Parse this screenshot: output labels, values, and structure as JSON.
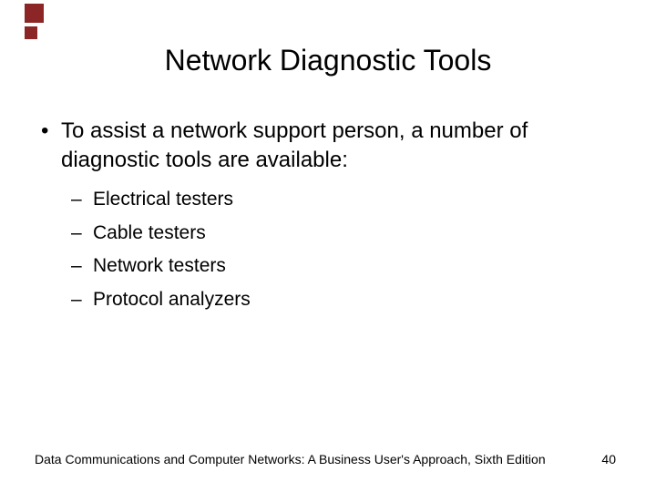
{
  "slide": {
    "title": "Network Diagnostic Tools",
    "bullet": {
      "marker": "•",
      "lines": [
        "To assist a network support person, a number of",
        "diagnostic tools are available:"
      ]
    },
    "sub_bullets": {
      "marker": "–",
      "items": [
        "Electrical testers",
        "Cable testers",
        "Network testers",
        "Protocol analyzers"
      ]
    },
    "footer": {
      "text": "Data Communications and Computer Networks: A Business User's Approach, Sixth Edition",
      "page_number": "40"
    },
    "decor": {
      "large_square_icon": "corner-square-large",
      "small_square_icon": "corner-square-small",
      "square_color": "#8B2526"
    },
    "colors": {
      "background": "#FFFFFF",
      "text": "#000000"
    }
  }
}
